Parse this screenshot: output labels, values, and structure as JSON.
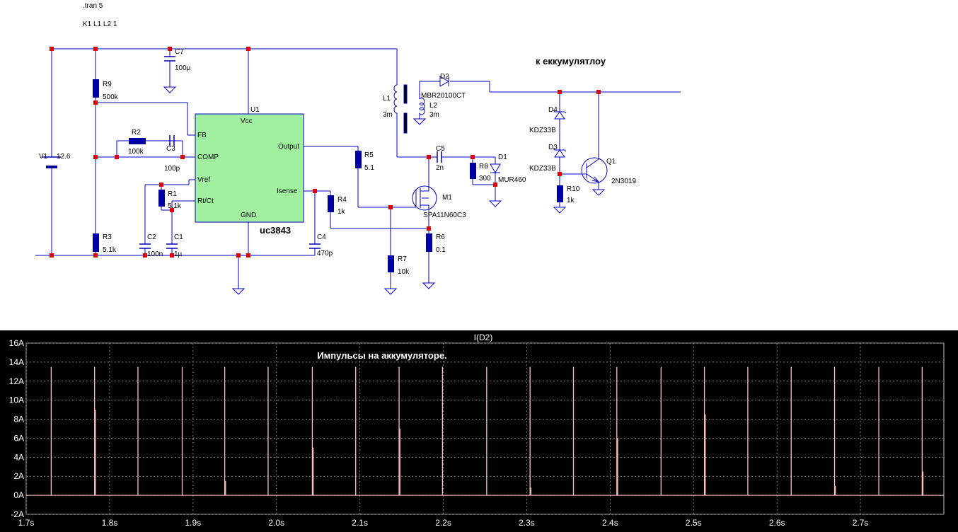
{
  "directives": {
    "tran": ".tran 5",
    "coupling": "K1 L1 L2 1"
  },
  "annotation": "к еккумулятлоу",
  "components": {
    "V1": {
      "name": "V1",
      "value": "12.6"
    },
    "C7": {
      "name": "C7",
      "value": "100µ"
    },
    "R9": {
      "name": "R9",
      "value": "500k"
    },
    "U1": {
      "name": "U1",
      "model": "uc3843",
      "pins": {
        "vcc": "Vcc",
        "fb": "FB",
        "comp": "COMP",
        "vref": "Vref",
        "rtct": "Rt/Ct",
        "gnd": "GND",
        "output": "Output",
        "isense": "Isense"
      }
    },
    "R2": {
      "name": "R2",
      "value": "100k"
    },
    "C3": {
      "name": "C3",
      "value": "100p"
    },
    "R1": {
      "name": "R1",
      "value": "5.1k"
    },
    "C1": {
      "name": "C1",
      "value": "1µ"
    },
    "C2": {
      "name": "C2",
      "value": "100n"
    },
    "R3": {
      "name": "R3",
      "value": "5.1k"
    },
    "C4": {
      "name": "C4",
      "value": "470p"
    },
    "R4": {
      "name": "R4",
      "value": "1k"
    },
    "R5": {
      "name": "R5",
      "value": "5.1"
    },
    "L1": {
      "name": "L1",
      "value": "3m"
    },
    "L2": {
      "name": "L2",
      "value": "3m"
    },
    "D2": {
      "name": "D2",
      "value": "MBR20100CT"
    },
    "C5": {
      "name": "C5",
      "value": "2n"
    },
    "R8": {
      "name": "R8",
      "value": "300"
    },
    "D1": {
      "name": "D1",
      "value": "MUR460"
    },
    "M1": {
      "name": "M1",
      "value": "SPA11N60C3"
    },
    "R6": {
      "name": "R6",
      "value": "0.1"
    },
    "R7": {
      "name": "R7",
      "value": "10k"
    },
    "D4": {
      "name": "D4",
      "value": "KDZ33B"
    },
    "D3": {
      "name": "D3",
      "value": "KDZ33B"
    },
    "R10": {
      "name": "R10",
      "value": "1k"
    },
    "Q1": {
      "name": "Q1",
      "value": "2N3019"
    }
  },
  "waveform": {
    "title": "I(D2)",
    "annotation": "Импульсы на аккумуляторе.",
    "colors": {
      "background": "#000000",
      "grid": "#808080",
      "trace": "#ffc0c0",
      "text": "#ffffff"
    }
  },
  "chart_data": {
    "type": "line",
    "title": "I(D2)",
    "xlim": [
      1.7,
      2.8
    ],
    "ylim": [
      -2,
      16
    ],
    "x_ticks": [
      "1.7s",
      "1.8s",
      "1.9s",
      "2.0s",
      "2.1s",
      "2.2s",
      "2.3s",
      "2.4s",
      "2.5s",
      "2.6s",
      "2.7s"
    ],
    "y_ticks": [
      "-2A",
      "0A",
      "2A",
      "4A",
      "6A",
      "8A",
      "10A",
      "12A",
      "14A",
      "16A"
    ],
    "grid": true,
    "series": [
      {
        "pulses": [
          {
            "t": 1.73,
            "i": 13.5
          },
          {
            "t": 1.782,
            "i": 13.5
          },
          {
            "t": 1.783,
            "i": 9.0
          },
          {
            "t": 1.834,
            "i": 13.5
          },
          {
            "t": 1.887,
            "i": 13.5
          },
          {
            "t": 1.938,
            "i": 13.5
          },
          {
            "t": 1.939,
            "i": 1.5
          },
          {
            "t": 1.99,
            "i": 13.5
          },
          {
            "t": 2.043,
            "i": 13.5
          },
          {
            "t": 2.044,
            "i": 5.0
          },
          {
            "t": 2.095,
            "i": 13.5
          },
          {
            "t": 2.147,
            "i": 13.5
          },
          {
            "t": 2.148,
            "i": 7.0
          },
          {
            "t": 2.199,
            "i": 13.5
          },
          {
            "t": 2.252,
            "i": 13.5
          },
          {
            "t": 2.304,
            "i": 13.5
          },
          {
            "t": 2.305,
            "i": 0.8
          },
          {
            "t": 2.356,
            "i": 13.5
          },
          {
            "t": 2.408,
            "i": 13.5
          },
          {
            "t": 2.409,
            "i": 6.0
          },
          {
            "t": 2.461,
            "i": 13.5
          },
          {
            "t": 2.513,
            "i": 13.5
          },
          {
            "t": 2.514,
            "i": 8.5
          },
          {
            "t": 2.565,
            "i": 13.5
          },
          {
            "t": 2.617,
            "i": 13.5
          },
          {
            "t": 2.669,
            "i": 13.5
          },
          {
            "t": 2.67,
            "i": 1.0
          },
          {
            "t": 2.722,
            "i": 13.5
          },
          {
            "t": 2.774,
            "i": 13.5
          },
          {
            "t": 2.775,
            "i": 2.5
          }
        ]
      }
    ]
  }
}
